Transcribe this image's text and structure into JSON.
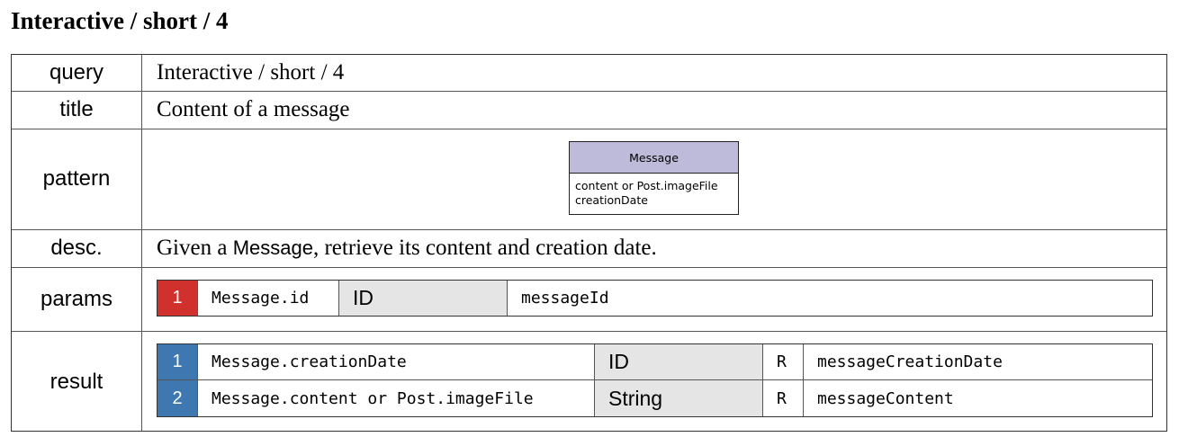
{
  "heading": "Interactive / short / 4",
  "rows": {
    "query": {
      "label": "query",
      "value": "Interactive / short / 4"
    },
    "title": {
      "label": "title",
      "value": "Content of a message"
    },
    "pattern": {
      "label": "pattern",
      "entity": "Message",
      "attributes": [
        "content or Post.imageFile",
        "creationDate"
      ]
    },
    "desc": {
      "label": "desc.",
      "pre": "Given a ",
      "entity": "Message",
      "post": ", retrieve its content and creation date."
    },
    "params": {
      "label": "params",
      "items": [
        {
          "num": "1",
          "attr": "Message.id",
          "type": "ID",
          "name": "messageId"
        }
      ]
    },
    "result": {
      "label": "result",
      "items": [
        {
          "num": "1",
          "attr": "Message.creationDate",
          "type": "ID",
          "mode": "R",
          "name": "messageCreationDate"
        },
        {
          "num": "2",
          "attr": "Message.content or Post.imageFile",
          "type": "String",
          "mode": "R",
          "name": "messageContent"
        }
      ]
    }
  },
  "colors": {
    "param": "#d0312d",
    "result": "#3f78b1",
    "entity_header": "#bdbbd9"
  }
}
